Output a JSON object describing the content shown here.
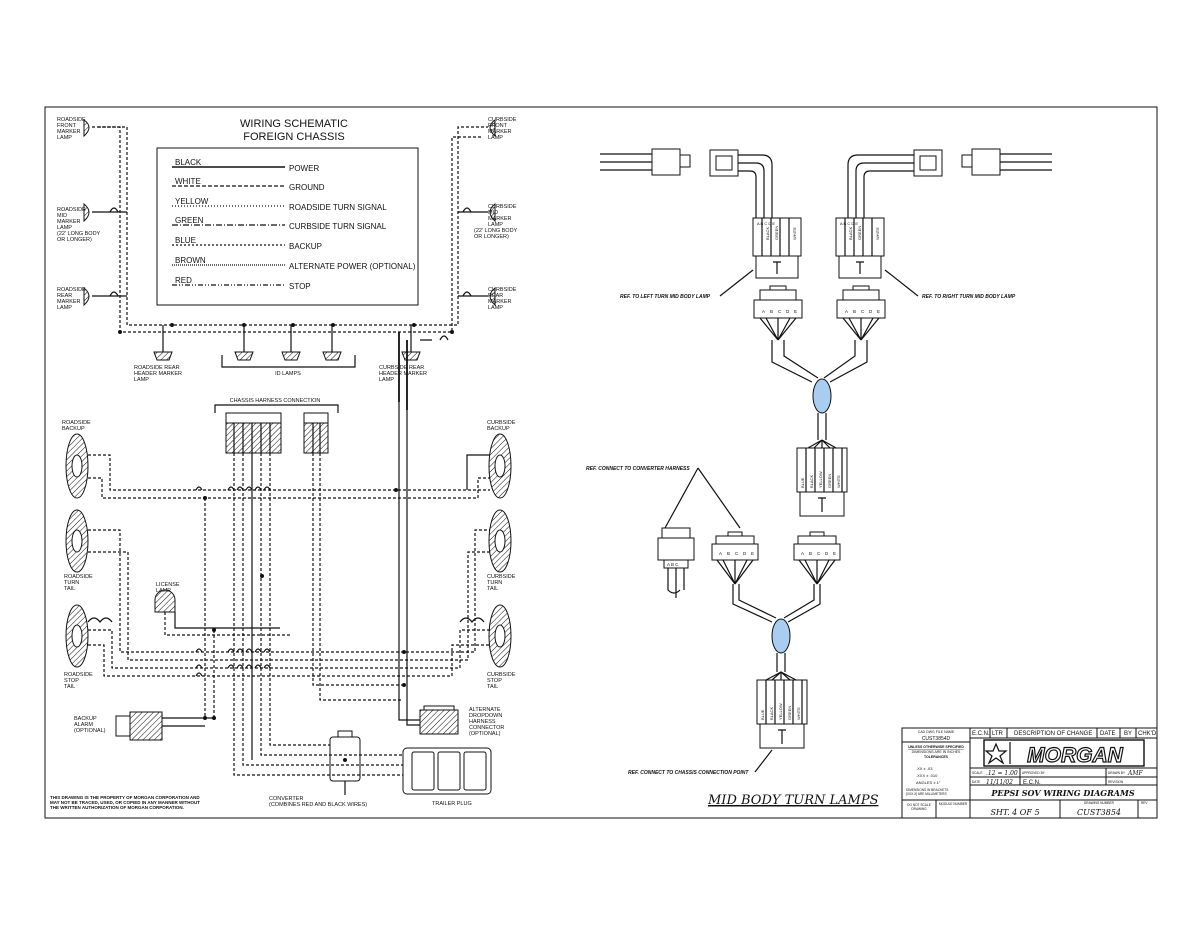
{
  "schematic": {
    "title_line1": "WIRING SCHEMATIC",
    "title_line2": "FOREIGN CHASSIS",
    "legend": [
      {
        "color": "BLACK",
        "function": "POWER",
        "style": "solid"
      },
      {
        "color": "WHITE",
        "function": "GROUND",
        "style": "dashed"
      },
      {
        "color": "YELLOW",
        "function": "ROADSIDE TURN SIGNAL",
        "style": "dotted"
      },
      {
        "color": "GREEN",
        "function": "CURBSIDE TURN SIGNAL",
        "style": "dashdot"
      },
      {
        "color": "BLUE",
        "function": "BACKUP",
        "style": "dashed2"
      },
      {
        "color": "BROWN",
        "function": "ALTERNATE POWER (OPTIONAL)",
        "style": "dotted2"
      },
      {
        "color": "RED",
        "function": "STOP",
        "style": "dashdot2"
      }
    ]
  },
  "lamps": {
    "rs_front": [
      "ROADSIDE",
      "FRONT",
      "MARKER",
      "LAMP"
    ],
    "rs_mid": [
      "ROADSIDE",
      "MID",
      "MARKER",
      "LAMP",
      "(22' LONG BODY",
      "OR LONGER)"
    ],
    "rs_rear": [
      "ROADSIDE",
      "REAR",
      "MARKER",
      "LAMP"
    ],
    "cs_front": [
      "CURBSIDE",
      "FRONT",
      "MARKER",
      "LAMP"
    ],
    "cs_mid": [
      "CURBSIDE",
      "MID",
      "MARKER",
      "LAMP",
      "(22' LONG BODY",
      "OR LONGER)"
    ],
    "cs_rear": [
      "CURBSIDE",
      "REAR",
      "MARKER",
      "LAMP"
    ],
    "rs_header": [
      "ROADSIDE REAR",
      "HEADER MARKER",
      "LAMP"
    ],
    "cs_header": [
      "CURBSIDE REAR",
      "HEADER MARKER",
      "LAMP"
    ],
    "id_lamps": "ID LAMPS",
    "chassis_harness": "CHASSIS HARNESS CONNECTION",
    "rs_backup": [
      "ROADSIDE",
      "BACKUP"
    ],
    "cs_backup": [
      "CURBSIDE",
      "BACKUP"
    ],
    "rs_turn": [
      "ROADSIDE",
      "TURN",
      "TAIL"
    ],
    "cs_turn": [
      "CURBSIDE",
      "TURN",
      "TAIL"
    ],
    "rs_stop": [
      "ROADSIDE",
      "STOP",
      "TAIL"
    ],
    "cs_stop": [
      "CURBSIDE",
      "STOP",
      "TAIL"
    ],
    "license": [
      "LICENSE",
      "LAMP"
    ],
    "backup_alarm": [
      "BACKUP",
      "ALARM",
      "(OPTIONAL)"
    ],
    "alt_dropdown": [
      "ALTERNATE",
      "DROPDOWN",
      "HARNESS",
      "CONNECTOR",
      "(OPTIONAL)"
    ],
    "converter": [
      "CONVERTER",
      "(COMBINES RED AND BLACK WIRES)"
    ],
    "trailer_plug": "TRAILER PLUG",
    "property_note": [
      "THIS DRAWING IS THE PROPERTY OF MORGAN CORPORATION AND",
      "MAY NOT BE TRACED, USED, OR COPIED IN ANY MANNER WITHOUT",
      "THE WRITTEN AUTHORIZATION OF MORGAN CORPORATION."
    ]
  },
  "mid_body": {
    "ref_left": "REF. TO LEFT TURN MID BODY LAMP",
    "ref_right": "REF. TO RIGHT TURN MID BODY LAMP",
    "ref_converter": "REF. CONNECT TO CONVERTER HARNESS",
    "ref_chassis": "REF. CONNECT TO CHASSIS CONNECTION POINT",
    "title": "MID BODY TURN LAMPS",
    "pins": [
      "A",
      "B",
      "C",
      "D",
      "E"
    ],
    "wire_labels_left": [
      "BLACK",
      "GREEN",
      "WHITE"
    ],
    "wire_labels_right": [
      "BLACK",
      "GREEN",
      "WHITE"
    ],
    "wire_labels_center": [
      "BLUE",
      "BLACK",
      "YELLOW",
      "GREEN",
      "WHITE"
    ],
    "highlight_color": "#a9cdf0"
  },
  "title_block": {
    "cad_label": "CAD DWG FILE NAME",
    "cad_value": "CUST3854D",
    "unless_note": [
      "UNLESS OTHERWISE SPECIFIED",
      "DIMENSIONS ARE IN INCHES",
      "TOLERANCES"
    ],
    "tol_x": ".XX  ± .03",
    "tol_xxx": ".XXX ± .010",
    "tol_ang": "ANGLES ± 1°",
    "dim_note": [
      "DIMENSIONS IN BRACKETS",
      "[XXX.X] ARE MILLIMETERS"
    ],
    "ecn_header": [
      "E.C.N.",
      "LTR",
      "DESCRIPTION OF CHANGE",
      "DATE",
      "BY",
      "CHK'D"
    ],
    "brand": "MORGAN",
    "scale_label": "SCALE",
    "scale_value": ".12 = 1.00",
    "approved_label": "APPROVED BY",
    "drawn_label": "DRAWN BY",
    "drawn_value": "AMF",
    "date_label": "DATE",
    "date_value": "11/11/02",
    "ecn_label": "E.C.N.",
    "revision_label": "REVISION",
    "drawing_title": "PEPSI SOV WIRING DIAGRAMS",
    "do_not_scale": [
      "DO NOT SCALE",
      "DRAWING"
    ],
    "module_label": "MODULE NUMBER",
    "sheet": "SHT. 4 OF 5",
    "drawing_number_label": "DRAWING NUMBER",
    "drawing_number": "CUST3854",
    "rev_label": "REV"
  }
}
